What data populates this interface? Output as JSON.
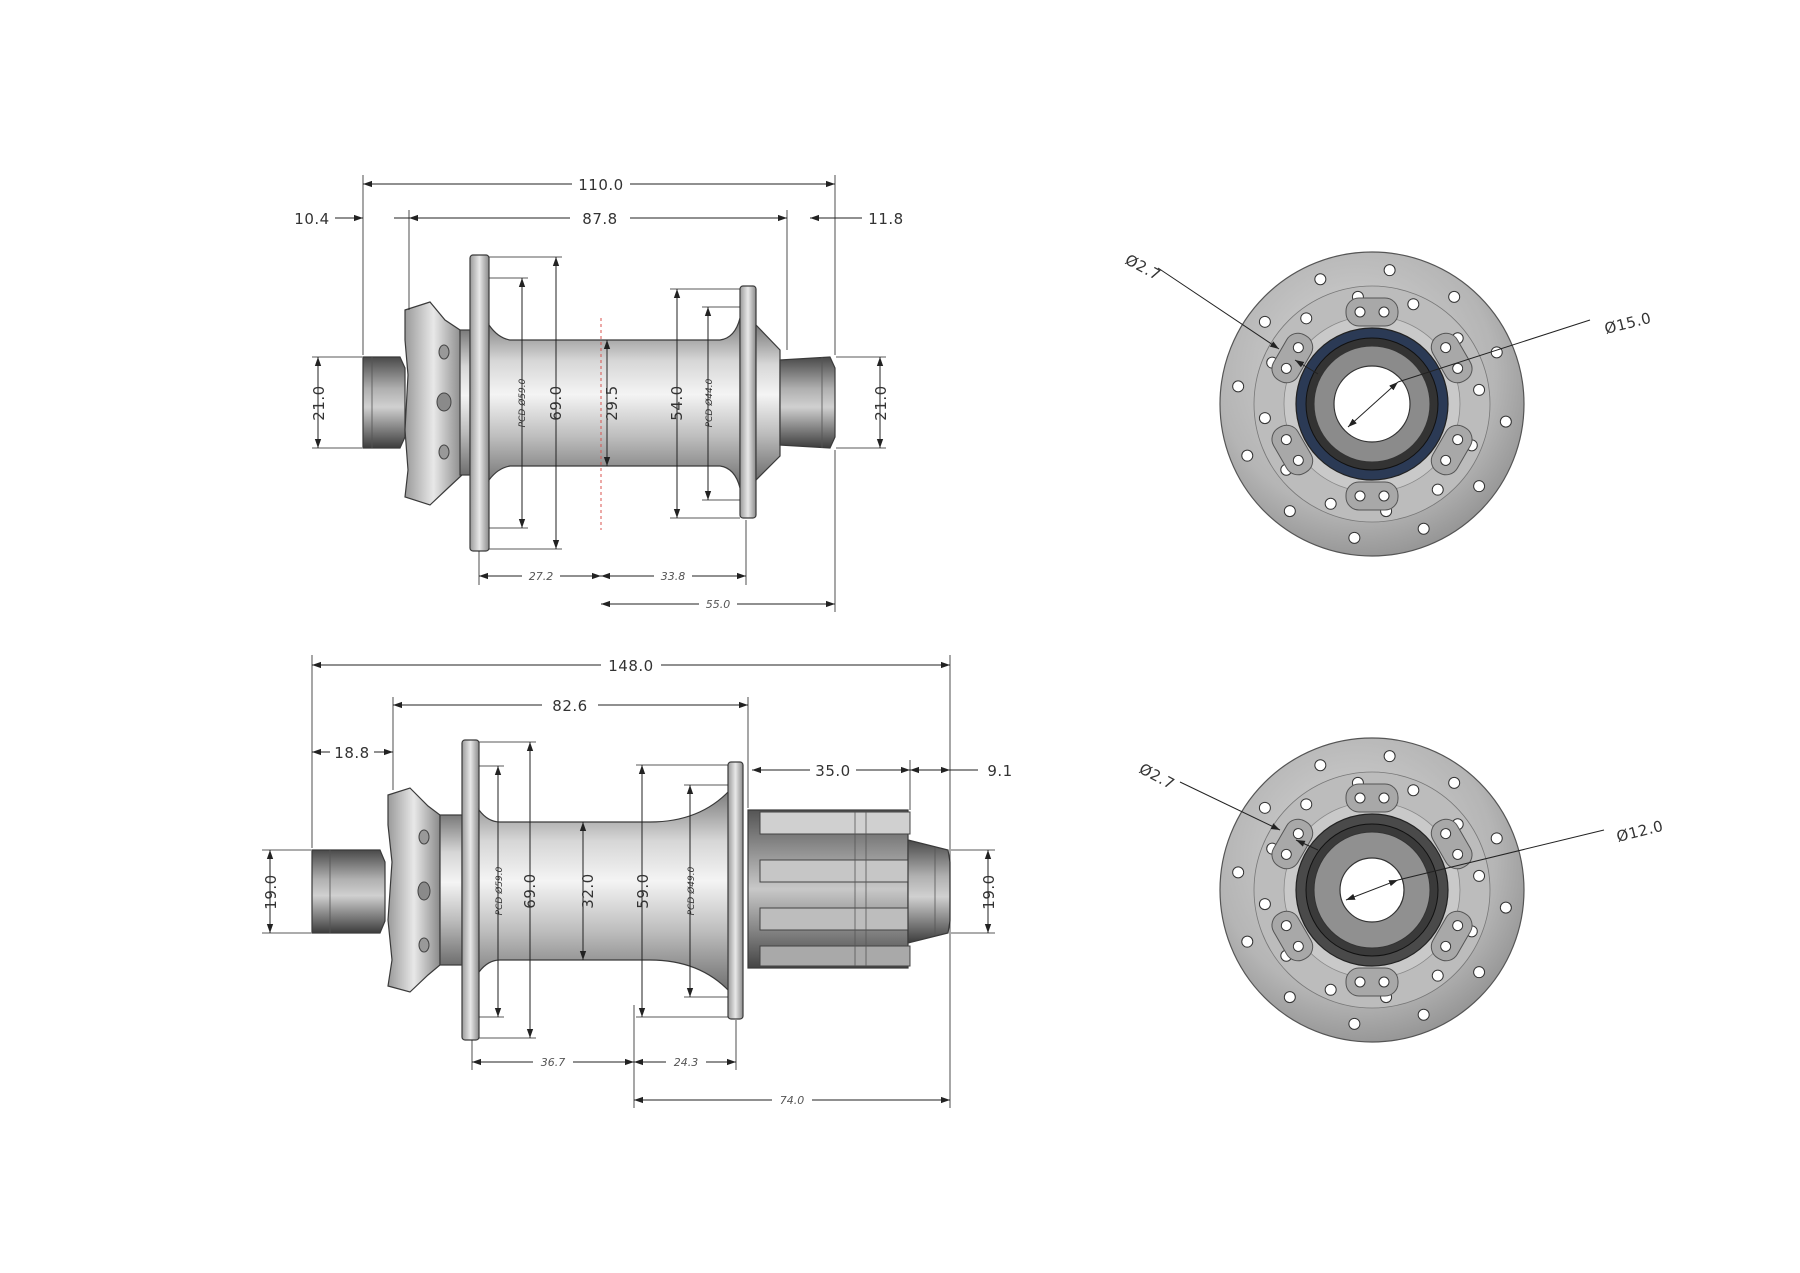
{
  "front_hub": {
    "dimensions": {
      "overall_width": "110.0",
      "left_offset": "10.4",
      "flange_to_flange": "87.8",
      "right_offset": "11.8",
      "left_axle_dia": "21.0",
      "right_axle_dia": "21.0",
      "left_flange_pcd": "PCD Ø59.0",
      "left_flange_dia": "69.0",
      "center_dia": "29.5",
      "right_flange_dia": "54.0",
      "right_flange_pcd": "PCD Ø44.0",
      "left_flange_to_center": "27.2",
      "center_to_right_flange": "33.8",
      "center_to_end": "55.0"
    },
    "end_view": {
      "hole_dia": "Ø2.7",
      "bore_dia": "Ø15.0"
    }
  },
  "rear_hub": {
    "dimensions": {
      "overall_width": "148.0",
      "flange_to_flange": "82.6",
      "left_offset": "18.8",
      "freehub_length": "35.0",
      "right_offset": "9.1",
      "left_axle_dia": "19.0",
      "right_axle_dia": "19.0",
      "left_flange_pcd": "PCD Ø59.0",
      "left_flange_dia": "69.0",
      "center_dia": "32.0",
      "right_flange_dia": "59.0",
      "right_flange_pcd": "PCD Ø49.0",
      "left_flange_to_center": "36.7",
      "center_to_right_flange": "24.3",
      "center_to_end": "74.0"
    },
    "end_view": {
      "hole_dia": "Ø2.7",
      "bore_dia": "Ø12.0"
    }
  },
  "colors": {
    "metal_light": "#e4e4e4",
    "metal_mid": "#a9a9a9",
    "metal_dark": "#6b6b6b",
    "bearing_blue": "#2b3a55",
    "centerline_red": "#d9534f"
  }
}
